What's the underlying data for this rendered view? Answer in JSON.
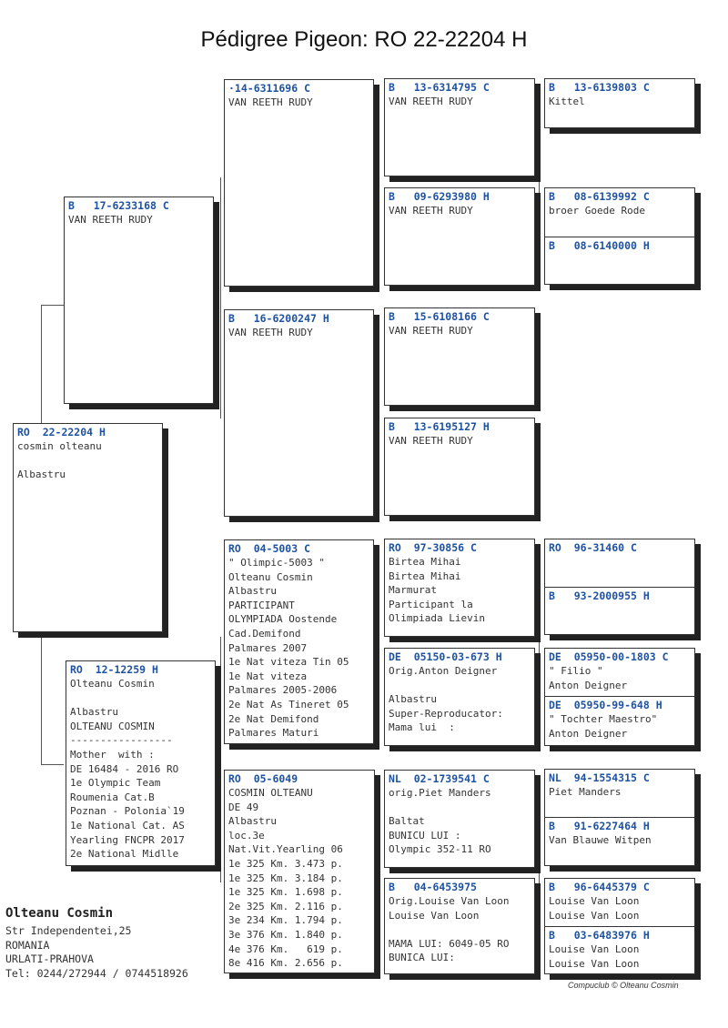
{
  "title": "Pédigree Pigeon: RO  22-22204 H",
  "birds": {
    "subject": {
      "ring": "RO  22-22204 H",
      "lines": [
        "cosmin olteanu",
        "",
        "Albastru"
      ]
    },
    "sire": {
      "ring": "B   17-6233168 C",
      "lines": [
        "VAN REETH RUDY"
      ]
    },
    "dam": {
      "ring": "RO  12-12259 H",
      "lines": [
        "Olteanu Cosmin",
        "",
        "Albastru",
        "OLTEANU COSMIN",
        "-----------------",
        "Mother  with :",
        "DE 16484 - 2016 RO",
        "1e Olympic Team",
        "Roumenia Cat.B",
        "Poznan - Polonia`19",
        "1e National Cat. AS",
        "Yearling FNCPR 2017",
        "2e National Midlle"
      ]
    },
    "ss": {
      "ring": "·14-6311696 C",
      "lines": [
        "VAN REETH RUDY"
      ]
    },
    "sd": {
      "ring": "B   16-6200247 H",
      "lines": [
        "VAN REETH RUDY"
      ]
    },
    "ds": {
      "ring": "RO  04-5003 C",
      "lines": [
        "\" Olimpic-5003 \"",
        "Olteanu Cosmin",
        "Albastru",
        "PARTICIPANT",
        "OLYMPIADA Oostende",
        "Cad.Demifond",
        "Palmares 2007",
        "1e Nat viteza Tin 05",
        "1e Nat viteza",
        "Palmares 2005-2006",
        "2e Nat As Tineret 05",
        "2e Nat Demifond",
        "Palmares Maturi"
      ]
    },
    "dd": {
      "ring": "RO  05-6049",
      "lines": [
        "COSMIN OLTEANU",
        "DE 49",
        "Albastru",
        "loc.3e",
        "Nat.Vit.Yearling 06",
        "1e 325 Km. 3.473 p.",
        "1e 325 Km. 3.184 p.",
        "1e 325 Km. 1.698 p.",
        "2e 325 Km. 2.116 p.",
        "3e 234 Km. 1.794 p.",
        "3e 376 Km. 1.840 p.",
        "4e 376 Km.   619 p.",
        "8e 416 Km. 2.656 p."
      ]
    },
    "sss": {
      "ring": "B   13-6314795 C",
      "lines": [
        "VAN REETH RUDY"
      ]
    },
    "ssd": {
      "ring": "B   09-6293980 H",
      "lines": [
        "VAN REETH RUDY"
      ]
    },
    "sds": {
      "ring": "B   15-6108166 C",
      "lines": [
        "VAN REETH RUDY"
      ]
    },
    "sdd": {
      "ring": "B   13-6195127 H",
      "lines": [
        "VAN REETH RUDY"
      ]
    },
    "dss": {
      "ring": "RO  97-30856 C",
      "lines": [
        "Birtea Mihai",
        "Birtea Mihai",
        "Marmurat",
        "Participant la",
        "Olimpiada Lievin"
      ]
    },
    "dsd": {
      "ring": "DE  05150-03-673 H",
      "lines": [
        "Orig.Anton Deigner",
        "",
        "Albastru",
        "Super-Reproducator:",
        "Mama lui  :"
      ]
    },
    "dds": {
      "ring": "NL  02-1739541 C",
      "lines": [
        "orig.Piet Manders",
        "",
        "Baltat",
        "BUNICU LUI :",
        "Olympic 352-11 RO"
      ]
    },
    "ddd": {
      "ring": "B   04-6453975",
      "lines": [
        "Orig.Louise Van Loon",
        "Louise Van Loon",
        "",
        "MAMA LUI: 6049-05 RO",
        "BUNICA LUI:"
      ]
    },
    "ssss": {
      "ring": "B   13-6139803 C",
      "lines": [
        "Kittel"
      ]
    },
    "ssds": {
      "ring": "B   08-6139992 C",
      "lines": [
        "broer Goede Rode"
      ]
    },
    "ssdd": {
      "ring": "B   08-6140000 H",
      "lines": []
    },
    "dsss": {
      "ring": "RO  96-31460 C",
      "lines": []
    },
    "dssd": {
      "ring": "B   93-2000955 H",
      "lines": []
    },
    "dsds": {
      "ring": "DE  05950-00-1803 C",
      "lines": [
        "\" Filio \"",
        "Anton Deigner"
      ]
    },
    "dsdd": {
      "ring": "DE  05950-99-648 H",
      "lines": [
        "\" Tochter Maestro\"",
        "Anton Deigner"
      ]
    },
    "ddss": {
      "ring": "NL  94-1554315 C",
      "lines": [
        "Piet Manders"
      ]
    },
    "ddsd": {
      "ring": "B   91-6227464 H",
      "lines": [
        "Van Blauwe Witpen"
      ]
    },
    "ddds": {
      "ring": "B   96-6445379 C",
      "lines": [
        "Louise Van Loon",
        "Louise Van Loon"
      ]
    },
    "dddd": {
      "ring": "B   03-6483976 H",
      "lines": [
        "Louise Van Loon",
        "Louise Van Loon"
      ]
    }
  },
  "owner": {
    "name": "Olteanu Cosmin",
    "address": "Str Independentei,25",
    "country": "ROMANIA",
    "city": "URLATI-PRAHOVA",
    "phone": "Tel: 0244/272944 / 0744518926"
  },
  "footer": "Compuclub © Olteanu Cosmin"
}
